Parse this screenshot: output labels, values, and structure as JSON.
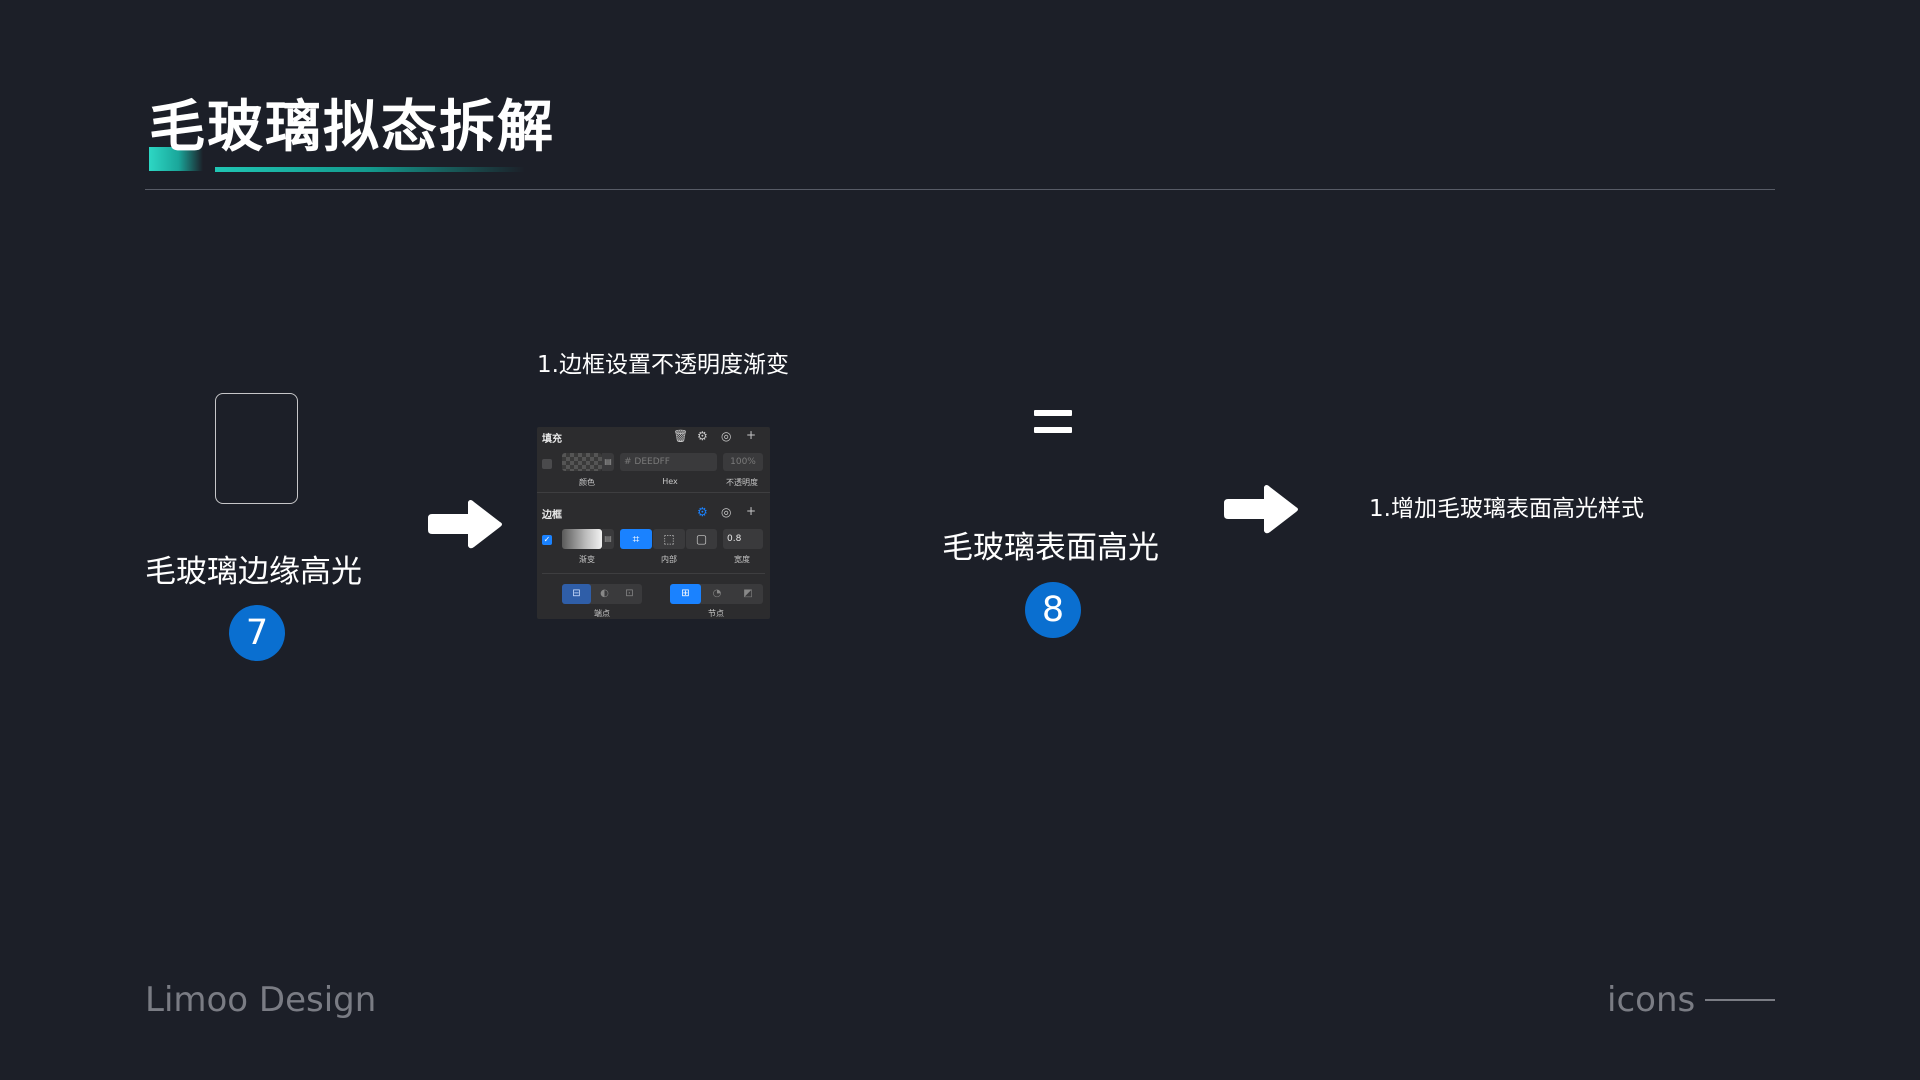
{
  "title": "毛玻璃拟态拆解",
  "left_item": {
    "label": "毛玻璃边缘高光",
    "badge": "7"
  },
  "step1_caption": "1.边框设置不透明度渐变",
  "panel": {
    "fill_section": "填充",
    "fill_hex": "# DEEDFF",
    "fill_opacity": "100%",
    "fill_labels": [
      "颜色",
      "Hex",
      "不透明度"
    ],
    "border_section": "边框",
    "border_width": "0.8",
    "border_labels": [
      "渐变",
      "内部",
      "宽度"
    ],
    "bottom_labels": [
      "端点",
      "节点"
    ]
  },
  "equals": "=",
  "right_item": {
    "label": "毛玻璃表面高光",
    "badge": "8"
  },
  "step2_caption": "1.增加毛玻璃表面高光样式",
  "footer": {
    "left": "Limoo Design",
    "right": "icons"
  },
  "colors": {
    "background": "#1c1f28",
    "accent_teal": "#2dd7c4",
    "badge_blue": "#0a6fd0",
    "panel_blue": "#1a82ff"
  }
}
